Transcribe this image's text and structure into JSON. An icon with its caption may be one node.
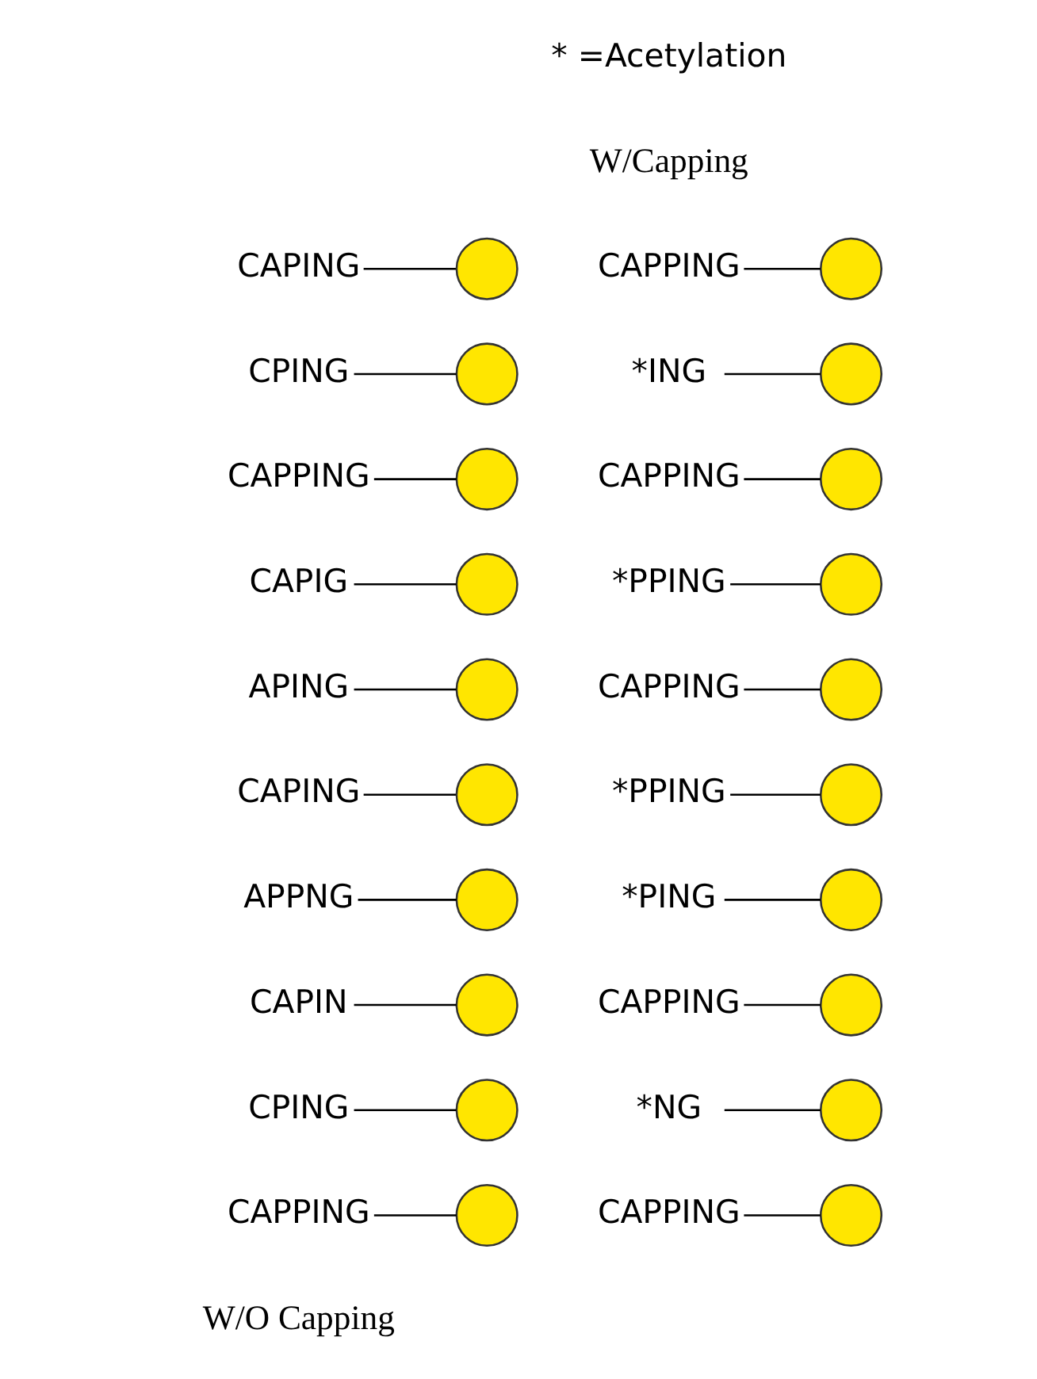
{
  "diagram": {
    "nodes": [
      {
        "text": [
          "CAPPING"
        ]
      },
      {
        "text": [],
        "shape": "circle"
      },
      {
        "text": [
          "CPING"
        ]
      },
      {
        "text": [],
        "shape": "circle"
      },
      {
        "text": [
          "CAPIN"
        ]
      },
      {
        "text": [],
        "shape": "circle"
      },
      {
        "text": [
          "APPNG"
        ]
      },
      {
        "text": [],
        "shape": "circle"
      },
      {
        "text": [
          "CAPING"
        ]
      },
      {
        "text": [],
        "shape": "circle"
      },
      {
        "text": [
          "APING"
        ]
      },
      {
        "text": [],
        "shape": "circle"
      },
      {
        "text": [
          "CAPIG"
        ]
      },
      {
        "text": [],
        "shape": "circle"
      },
      {
        "text": [
          "CAPPING"
        ]
      },
      {
        "text": [],
        "shape": "circle"
      },
      {
        "text": [
          "CPING"
        ]
      },
      {
        "text": [],
        "shape": "circle"
      },
      {
        "text": [
          "CAPING"
        ]
      },
      {
        "text": [],
        "shape": "circle"
      },
      {
        "text": [
          "CAPPING"
        ]
      },
      {
        "text": [],
        "shape": "circle"
      },
      {
        "text": [
          "*NG"
        ]
      },
      {
        "text": [],
        "shape": "circle"
      },
      {
        "text": [
          "CAPPING"
        ]
      },
      {
        "text": [],
        "shape": "circle"
      },
      {
        "text": [
          "*PING"
        ]
      },
      {
        "text": [],
        "shape": "circle"
      },
      {
        "text": [
          "*PPING"
        ]
      },
      {
        "text": [],
        "shape": "circle"
      },
      {
        "text": [
          "CAPPING"
        ]
      },
      {
        "text": [],
        "shape": "circle"
      },
      {
        "text": [
          "*PPING"
        ]
      },
      {
        "text": [],
        "shape": "circle"
      },
      {
        "text": [
          "CAPPING"
        ]
      },
      {
        "text": [],
        "shape": "circle"
      },
      {
        "text": [
          "*ING"
        ]
      },
      {
        "text": [],
        "shape": "circle"
      },
      {
        "text": [
          "CAPPING"
        ]
      },
      {
        "text": [],
        "shape": "circle"
      }
    ],
    "edges": [
      {
        "from": 0,
        "to": 1,
        "arrow": "none"
      },
      {
        "from": 2,
        "to": 3,
        "arrow": "none"
      },
      {
        "from": 4,
        "to": 5,
        "arrow": "none"
      },
      {
        "from": 6,
        "to": 7,
        "arrow": "none"
      },
      {
        "from": 8,
        "to": 9,
        "arrow": "none"
      },
      {
        "from": 10,
        "to": 11,
        "arrow": "none"
      },
      {
        "from": 12,
        "to": 13,
        "arrow": "none"
      },
      {
        "from": 14,
        "to": 15,
        "arrow": "none"
      },
      {
        "from": 16,
        "to": 17,
        "arrow": "none"
      },
      {
        "from": 18,
        "to": 19,
        "arrow": "none"
      },
      {
        "from": 20,
        "to": 21,
        "arrow": "none"
      },
      {
        "from": 22,
        "to": 23,
        "arrow": "none"
      },
      {
        "from": 24,
        "to": 25,
        "arrow": "none"
      },
      {
        "from": 26,
        "to": 27,
        "arrow": "none"
      },
      {
        "from": 28,
        "to": 29,
        "arrow": "none"
      },
      {
        "from": 30,
        "to": 31,
        "arrow": "none"
      },
      {
        "from": 32,
        "to": 33,
        "arrow": "none"
      },
      {
        "from": 34,
        "to": 35,
        "arrow": "none"
      },
      {
        "from": 36,
        "to": 37,
        "arrow": "none"
      },
      {
        "from": 38,
        "to": 39,
        "arrow": "none"
      }
    ],
    "labels": [
      "W/O Capping",
      "W/Capping",
      "* =Acetylation"
    ]
  }
}
